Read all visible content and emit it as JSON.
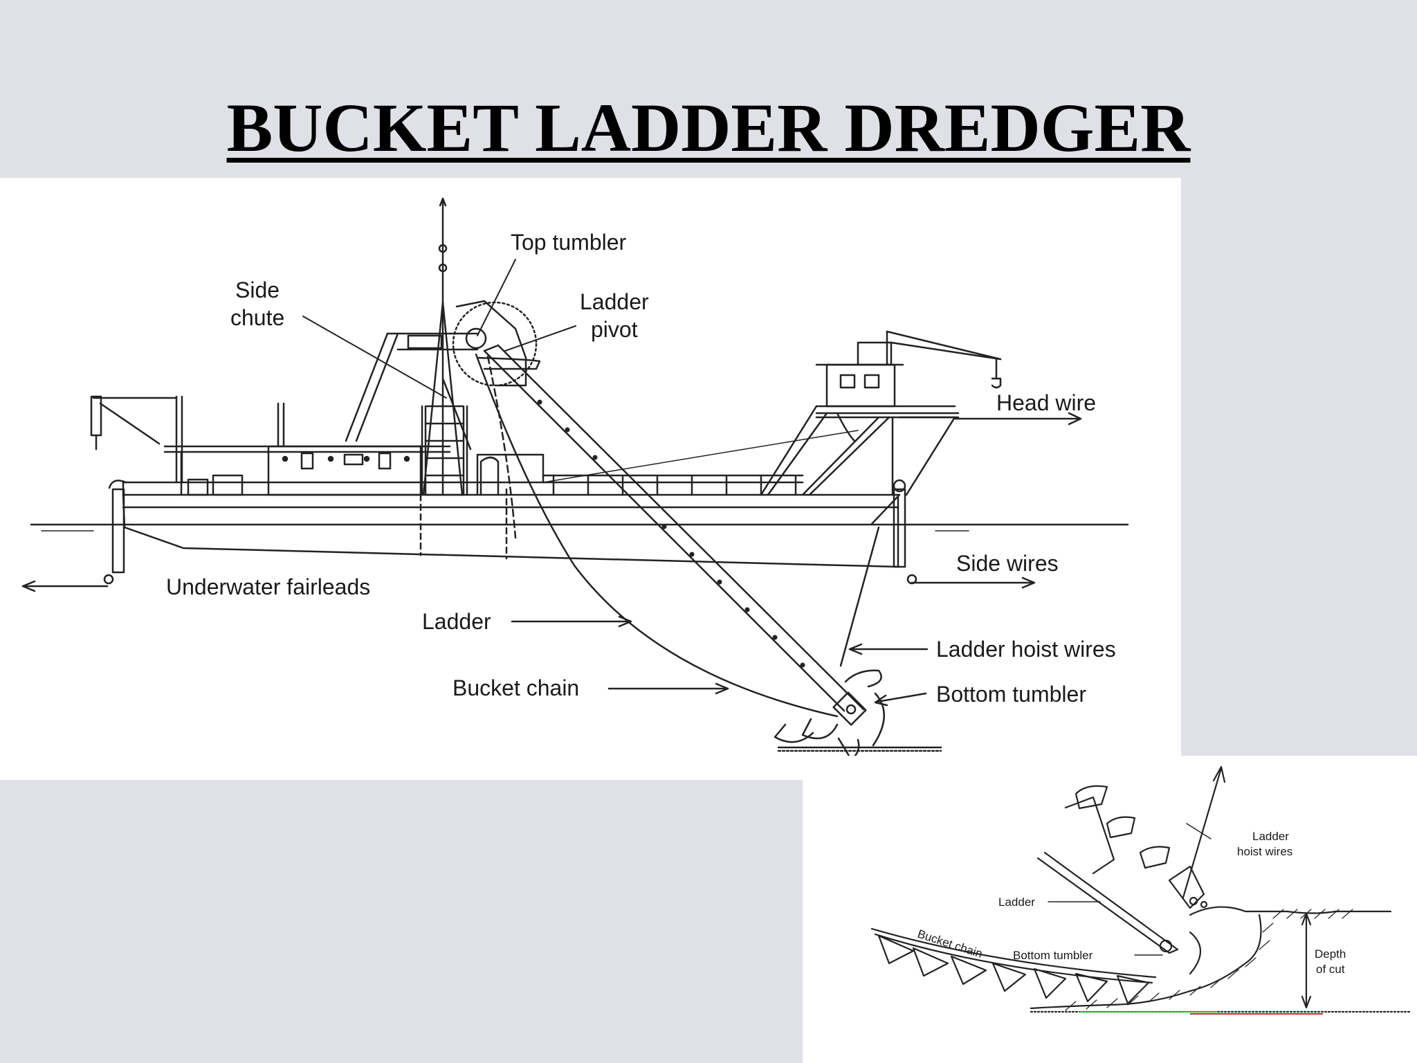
{
  "slide": {
    "title": "BUCKET LADDER DREDGER"
  },
  "main_diagram": {
    "labels": {
      "top_tumbler": "Top tumbler",
      "side_chute_line1": "Side",
      "side_chute_line2": "chute",
      "ladder_pivot_line1": "Ladder",
      "ladder_pivot_line2": "pivot",
      "head_wire": "Head wire",
      "side_wires": "Side wires",
      "underwater_fairleads": "Underwater fairleads",
      "ladder": "Ladder",
      "ladder_hoist_wires": "Ladder hoist wires",
      "bucket_chain": "Bucket chain",
      "bottom_tumbler": "Bottom tumbler"
    }
  },
  "inset_diagram": {
    "labels": {
      "ladder_hoist_line1": "Ladder",
      "ladder_hoist_line2": "hoist wires",
      "ladder": "Ladder",
      "bucket_chain": "Bucket chain",
      "bottom_tumbler": "Bottom tumbler",
      "depth_line1": "Depth",
      "depth_line2": "of cut"
    }
  }
}
